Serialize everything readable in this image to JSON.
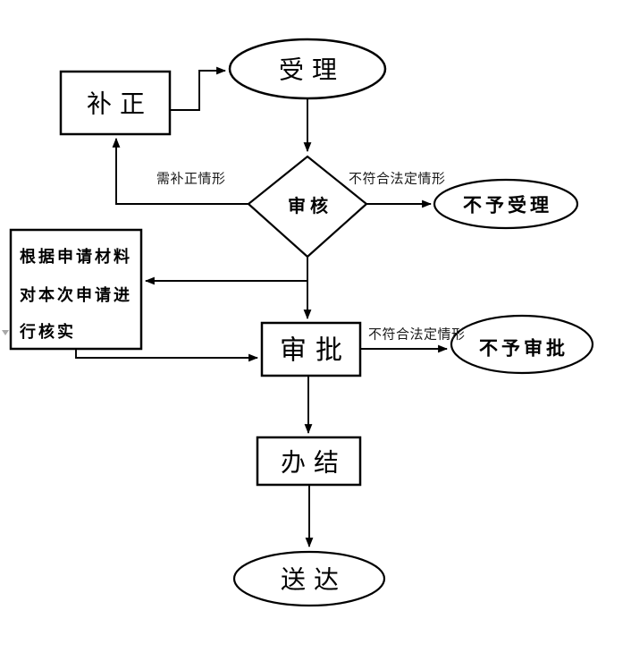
{
  "colors": {
    "background": "#ffffff",
    "stroke": "#000000",
    "label_text": "#1a1a1a",
    "artifact_gray": "#a8a8a8"
  },
  "nodes": {
    "buzheng": {
      "type": "rect",
      "label": "补正"
    },
    "shouli": {
      "type": "ellipse",
      "label": "受理"
    },
    "shenhe": {
      "type": "diamond",
      "label": "审核"
    },
    "buyu_shouli": {
      "type": "ellipse",
      "label": "不予受理"
    },
    "verify": {
      "type": "rect",
      "lines": [
        "根据申请材料",
        "对本次申请进",
        "行核实"
      ]
    },
    "shenpi": {
      "type": "rect",
      "label": "审批"
    },
    "buyu_shenpi": {
      "type": "ellipse",
      "label": "不予审批"
    },
    "banjie": {
      "type": "rect",
      "label": "办结"
    },
    "songda": {
      "type": "ellipse",
      "label": "送达"
    }
  },
  "edge_labels": {
    "need_correction": "需补正情形",
    "not_legal_1": "不符合法定情形",
    "not_legal_2": "不符合法定情形"
  }
}
